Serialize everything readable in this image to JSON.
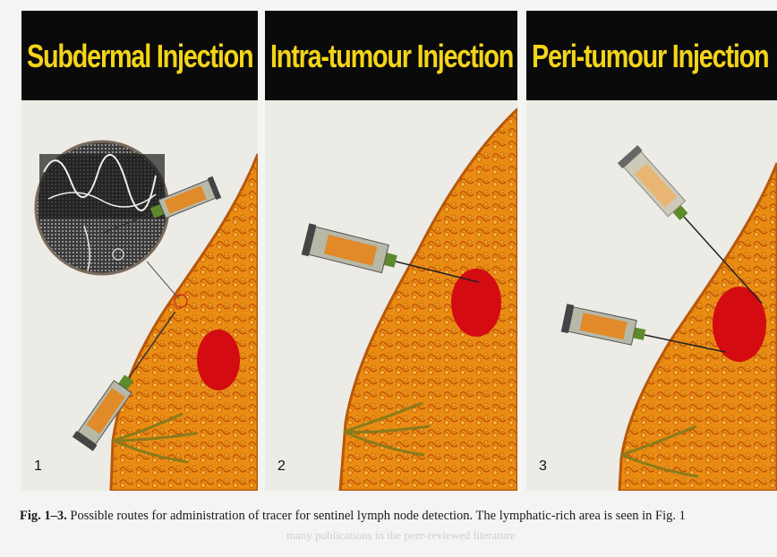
{
  "panels": [
    {
      "title": "Subdermal Injection",
      "number": "1"
    },
    {
      "title": "Intra-tumour Injection",
      "number": "2"
    },
    {
      "title": "Peri-tumour Injection",
      "number": "3"
    }
  ],
  "caption": {
    "label": "Fig. 1–3.",
    "text": "Possible routes for administration of tracer for sentinel lymph node detection. The lymphatic-rich area is seen in Fig. 1"
  },
  "colors": {
    "header_bg": "#0a0a0a",
    "header_text": "#f3d419",
    "breast": "#e98a10",
    "tumour": "#d40c12"
  }
}
